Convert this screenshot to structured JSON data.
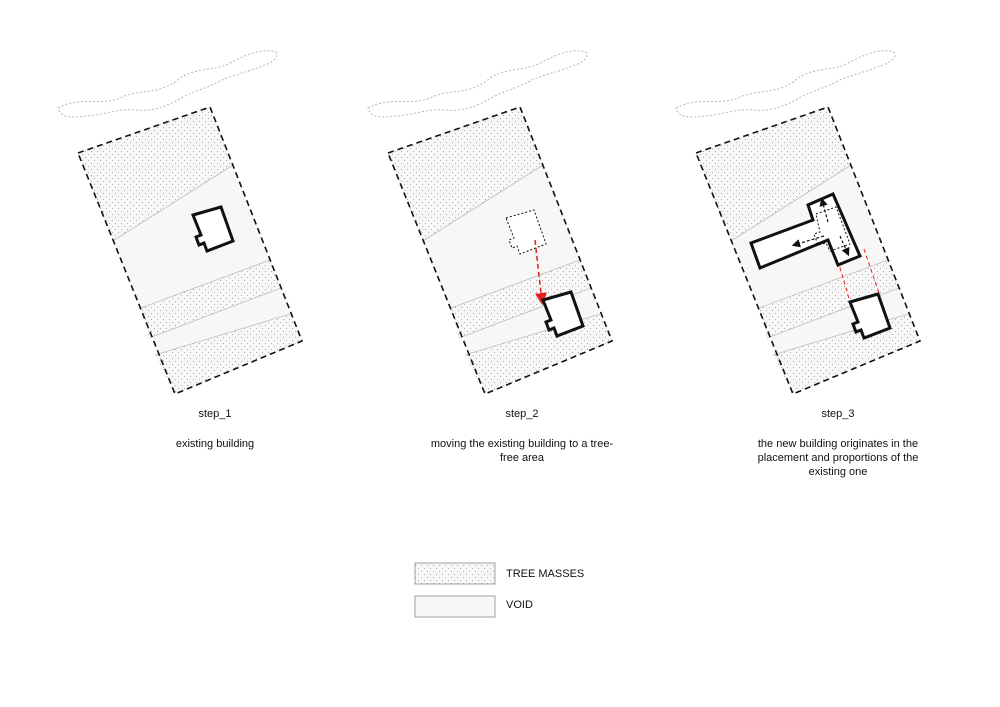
{
  "steps": [
    {
      "title": "step_1",
      "description": "existing building"
    },
    {
      "title": "step_2",
      "description": "moving the existing building to a tree-free area"
    },
    {
      "title": "step_3",
      "description": "the new building originates in the placement and proportions of the existing one"
    }
  ],
  "legend": [
    {
      "label": "TREE MASSES"
    },
    {
      "label": "VOID"
    }
  ],
  "colors": {
    "outline": "#111111",
    "arrow_red": "#e41f1f",
    "void_fill": "#f7f7f7",
    "dot": "#9a9a9a"
  }
}
